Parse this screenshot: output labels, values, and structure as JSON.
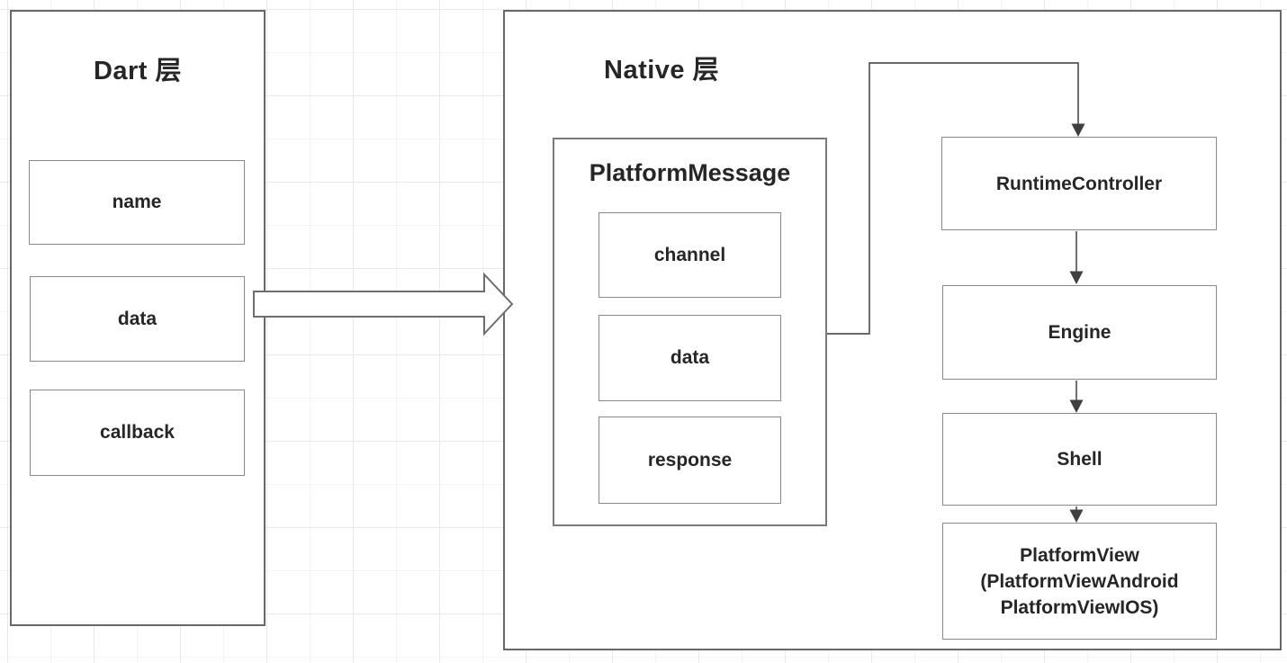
{
  "dart": {
    "title": "Dart 层",
    "fields": [
      {
        "label": "name"
      },
      {
        "label": "data"
      },
      {
        "label": "callback"
      }
    ]
  },
  "native": {
    "title": "Native 层",
    "platformMessage": {
      "title": "PlatformMessage",
      "fields": [
        {
          "label": "channel"
        },
        {
          "label": "data"
        },
        {
          "label": "response"
        }
      ]
    },
    "pipeline": [
      {
        "label": "RuntimeController"
      },
      {
        "label": "Engine"
      },
      {
        "label": "Shell"
      },
      {
        "line1": "PlatformView",
        "line2": "(PlatformViewAndroid",
        "line3": "PlatformViewIOS)"
      }
    ]
  },
  "icons": {
    "flow_arrow": "thick-right-arrow",
    "connector_arrowheads": "down-arrowhead"
  },
  "colors": {
    "outer_border": "#686868",
    "inner_border": "#8a8a8a",
    "connector_line": "#565656",
    "arrowhead_fill": "#3f3f3f",
    "text": "#262626",
    "grid_minor": "#f4f4f4",
    "grid_major": "#e9e9e9",
    "background": "#ffffff"
  }
}
